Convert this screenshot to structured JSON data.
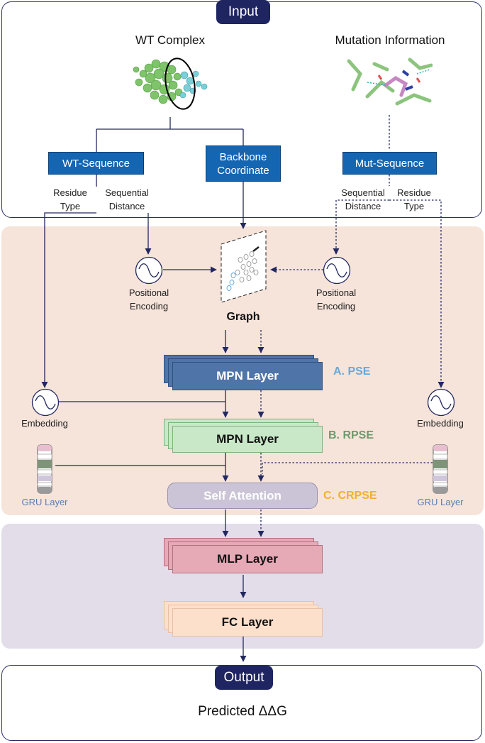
{
  "input": {
    "title": "Input"
  },
  "wt_complex": {
    "title": "WT Complex"
  },
  "mutation_info": {
    "title": "Mutation Information"
  },
  "wt_sequence": {
    "label": "WT-Sequence"
  },
  "backbone": {
    "line1": "Backbone",
    "line2": "Coordinate"
  },
  "mut_sequence": {
    "label": "Mut-Sequence"
  },
  "left_labels": {
    "residue_line1": "Residue",
    "residue_line2": "Type",
    "seq_line1": "Sequential",
    "seq_line2": "Distance"
  },
  "right_labels": {
    "seq_line1": "Sequential",
    "seq_line2": "Distance",
    "residue_line1": "Residue",
    "residue_line2": "Type"
  },
  "pos_enc_left": {
    "line1": "Positional",
    "line2": "Encoding"
  },
  "pos_enc_right": {
    "line1": "Positional",
    "line2": "Encoding"
  },
  "graph": {
    "label": "Graph"
  },
  "mpn_a": {
    "label": "MPN Layer",
    "tag": "A. PSE",
    "color": "#4f74a8",
    "tag_color": "#6aa8d8"
  },
  "mpn_b": {
    "label": "MPN Layer",
    "tag": "B. RPSE",
    "color": "#c9e8c8",
    "tag_color": "#6f9a6c"
  },
  "self_attention": {
    "label": "Self Attention",
    "tag": "C. CRPSE",
    "tag_color": "#f0b030"
  },
  "embedding_left": {
    "label": "Embedding"
  },
  "embedding_right": {
    "label": "Embedding"
  },
  "gru_left": {
    "label": "GRU Layer"
  },
  "gru_right": {
    "label": "GRU Layer"
  },
  "mlp": {
    "label": "MLP Layer",
    "color": "#e6a9b6"
  },
  "fc": {
    "label": "FC Layer",
    "color": "#fce0cc"
  },
  "output": {
    "title": "Output",
    "result": "Predicted ΔΔG"
  }
}
